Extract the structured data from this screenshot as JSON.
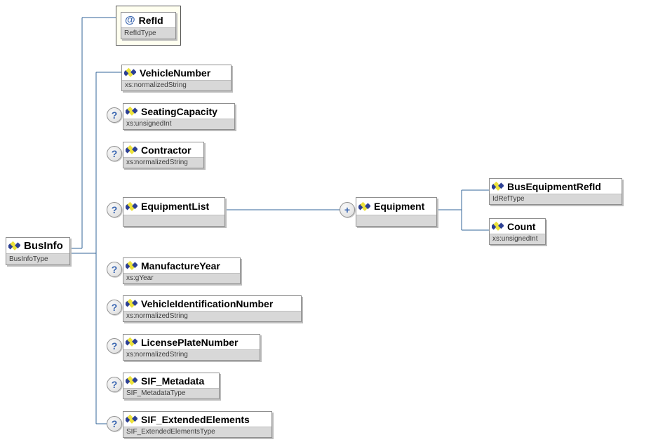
{
  "diagram": {
    "kind": "xml-schema-diagram",
    "indicators": {
      "optional": "?",
      "repeat": "+",
      "attribute": "@"
    },
    "colors": {
      "connector": "#336699",
      "icon_blue": "#2c3f94",
      "icon_yellow": "#ece23b",
      "type_bar": "#d8d8d8",
      "attribute_container_bg": "#fffff0",
      "glyph_blue": "#3a66b0"
    },
    "root": {
      "name": "BusInfo",
      "type": "BusInfoType"
    },
    "attribute": {
      "name": "RefId",
      "type": "RefIdType"
    },
    "children": [
      {
        "name": "VehicleNumber",
        "type": "xs:normalizedString",
        "optional": false
      },
      {
        "name": "SeatingCapacity",
        "type": "xs:unsignedInt",
        "optional": true
      },
      {
        "name": "Contractor",
        "type": "xs:normalizedString",
        "optional": true
      },
      {
        "name": "EquipmentList",
        "type": "",
        "optional": true
      },
      {
        "name": "ManufactureYear",
        "type": "xs:gYear",
        "optional": true
      },
      {
        "name": "VehicleIdentificationNumber",
        "type": "xs:normalizedString",
        "optional": true
      },
      {
        "name": "LicensePlateNumber",
        "type": "xs:normalizedString",
        "optional": true
      },
      {
        "name": "SIF_Metadata",
        "type": "SIF_MetadataType",
        "optional": true
      },
      {
        "name": "SIF_ExtendedElements",
        "type": "SIF_ExtendedElementsType",
        "optional": true
      }
    ],
    "equipment": {
      "name": "Equipment",
      "type": "",
      "repeating": true,
      "children": [
        {
          "name": "BusEquipmentRefId",
          "type": "IdRefType"
        },
        {
          "name": "Count",
          "type": "xs:unsignedInt"
        }
      ]
    }
  }
}
